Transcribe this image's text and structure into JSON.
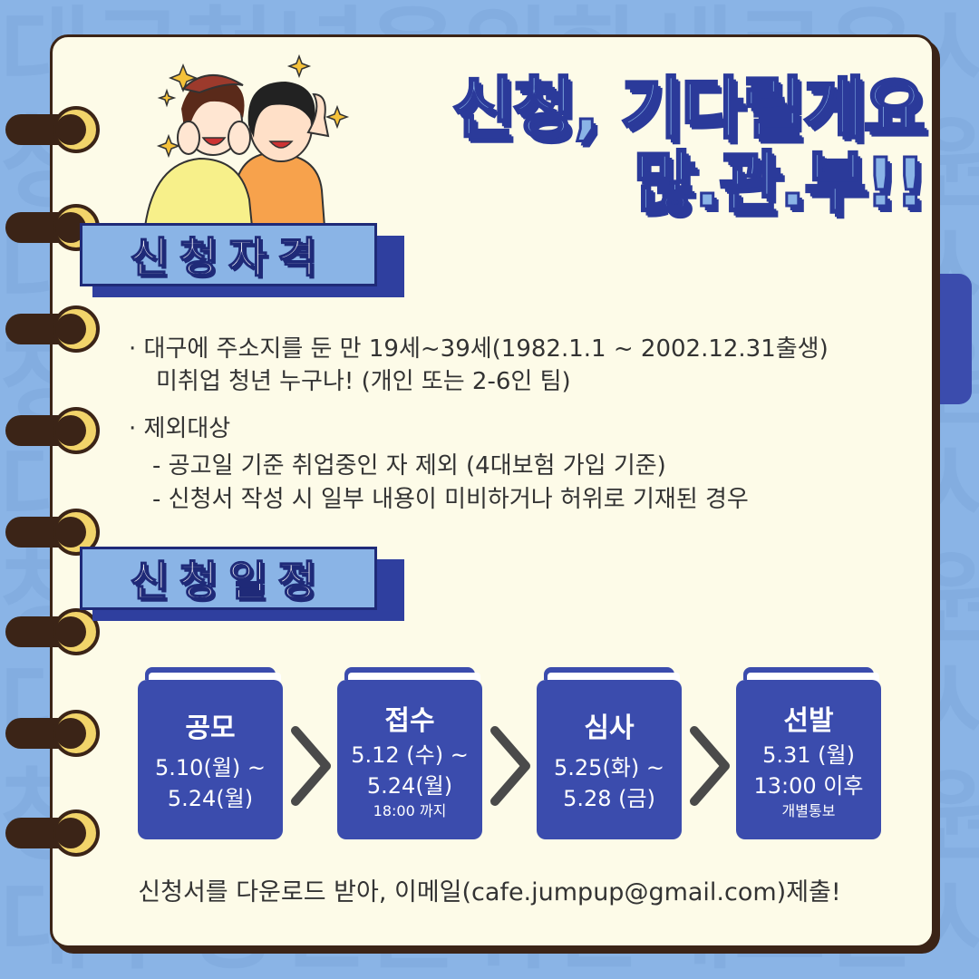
{
  "title": {
    "line1": "신청, 기다릴게요",
    "line2": "많.관.부!!"
  },
  "sections": {
    "eligibility": "신청자격",
    "schedule": "신청일정"
  },
  "eligibility": {
    "line1": "· 대구에 주소지를 둔 만 19세~39세(1982.1.1 ~ 2002.12.31출생)",
    "line2": "미취업 청년 누구나! (개인 또는 2-6인 팀)",
    "exclude_title": "· 제외대상",
    "exclude1": "- 공고일 기준 취업중인 자 제외 (4대보험 가입 기준)",
    "exclude2": "- 신청서 작성 시 일부 내용이 미비하거나 허위로 기재된 경우"
  },
  "steps": [
    {
      "title": "공모",
      "line1": "5.10(월) ~",
      "line2": "5.24(월)",
      "note": ""
    },
    {
      "title": "접수",
      "line1": "5.12 (수) ~",
      "line2": "5.24(월)",
      "note": "18:00 까지"
    },
    {
      "title": "심사",
      "line1": "5.25(화) ~",
      "line2": "5.28 (금)",
      "note": ""
    },
    {
      "title": "선발",
      "line1": "5.31 (월)",
      "line2": "13:00 이후",
      "note": "개별통보"
    }
  ],
  "footer": "신청서를 다운로드 받아, 이메일(cafe.jumpup@gmail.com)제출!",
  "colors": {
    "background": "#8ab4e6",
    "paper": "#fdfbe8",
    "accent": "#3b4cad",
    "ring": "#3b2417"
  },
  "icons": [
    "sparkle-icon",
    "ring-binder-icon",
    "chevron-right-icon"
  ]
}
